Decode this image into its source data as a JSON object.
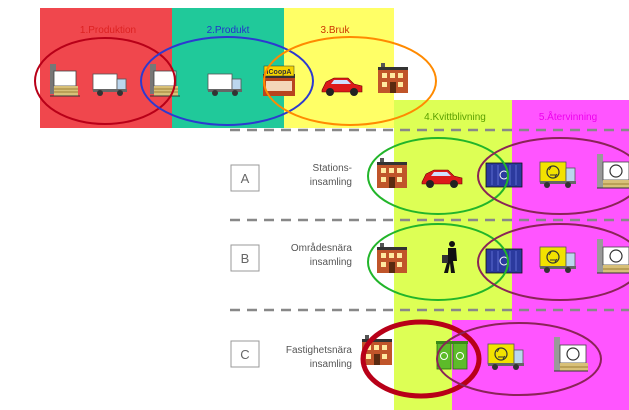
{
  "colors": {
    "produktion": "#f0474d",
    "produkt": "#20c99a",
    "bruk": "#ffff66",
    "kvittblivning": "#ddff55",
    "atervinning": "#ff55ff",
    "ellipse_red": "#b80018",
    "ellipse_blue": "#2c3ad0",
    "ellipse_orange": "#ff8a00",
    "ellipse_green": "#22b52a",
    "ellipse_purple": "#8a2457",
    "label_produktion": "#dd2222",
    "label_produkt": "#2233cc",
    "label_bruk": "#cc3300",
    "label_kvitt": "#5aa000",
    "label_atervinning": "#ee00ee"
  },
  "phases": [
    {
      "label": "1.Produktion"
    },
    {
      "label": "2.Produkt"
    },
    {
      "label": "3.Bruk"
    },
    {
      "label": "4.Kvittblivning"
    },
    {
      "label": "5.Återvinning"
    }
  ],
  "shop_sign": "ICoopA",
  "rows": [
    {
      "letter": "A",
      "line1": "Stations-",
      "line2": "insamling"
    },
    {
      "letter": "B",
      "line1": "Områdesnära",
      "line2": "insamling"
    },
    {
      "letter": "C",
      "line1": "Fastighetsnära",
      "line2": "insamling"
    }
  ],
  "icons": [
    "factory-icon",
    "truck-icon",
    "house-icon",
    "car-icon",
    "shop-icon",
    "person-icon",
    "container-icon",
    "recycling-bin-icon",
    "recycling-truck-icon",
    "recycling-factory-icon"
  ]
}
